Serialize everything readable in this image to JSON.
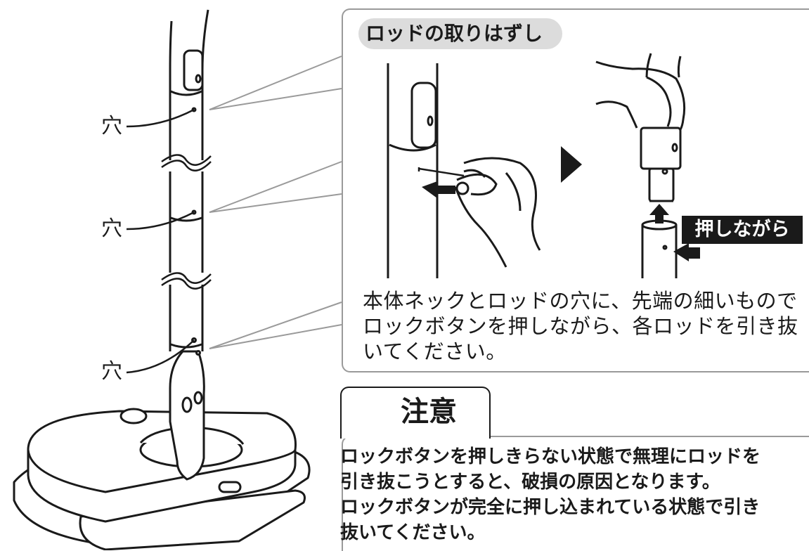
{
  "labels": {
    "hole_1": "穴",
    "hole_2": "穴",
    "hole_3": "穴"
  },
  "callout": {
    "title": "ロッドの取りはずし",
    "push_tag": "押しながら",
    "instruction": "本体ネックとロッドの穴に、先端の細いものでロックボタンを押しながら、各ロッドを引き抜いてください。"
  },
  "warning": {
    "heading": "注意",
    "body_line1": "ロックボタンを押しきらない状態で無理にロッドを",
    "body_line2": "引き抜こうとすると、破損の原因となります。",
    "body_line3": "ロックボタンが完全に押し込まれている状態で引き",
    "body_line4": "抜いてください。"
  },
  "icons": {
    "warning": "warning-triangle-icon",
    "arrow": "arrow-right-icon"
  },
  "colors": {
    "ink": "#1a1a1a",
    "callout_border": "#9a9a9a",
    "title_pill": "#dcdcdc",
    "tag_bg": "#1a1a1a"
  }
}
